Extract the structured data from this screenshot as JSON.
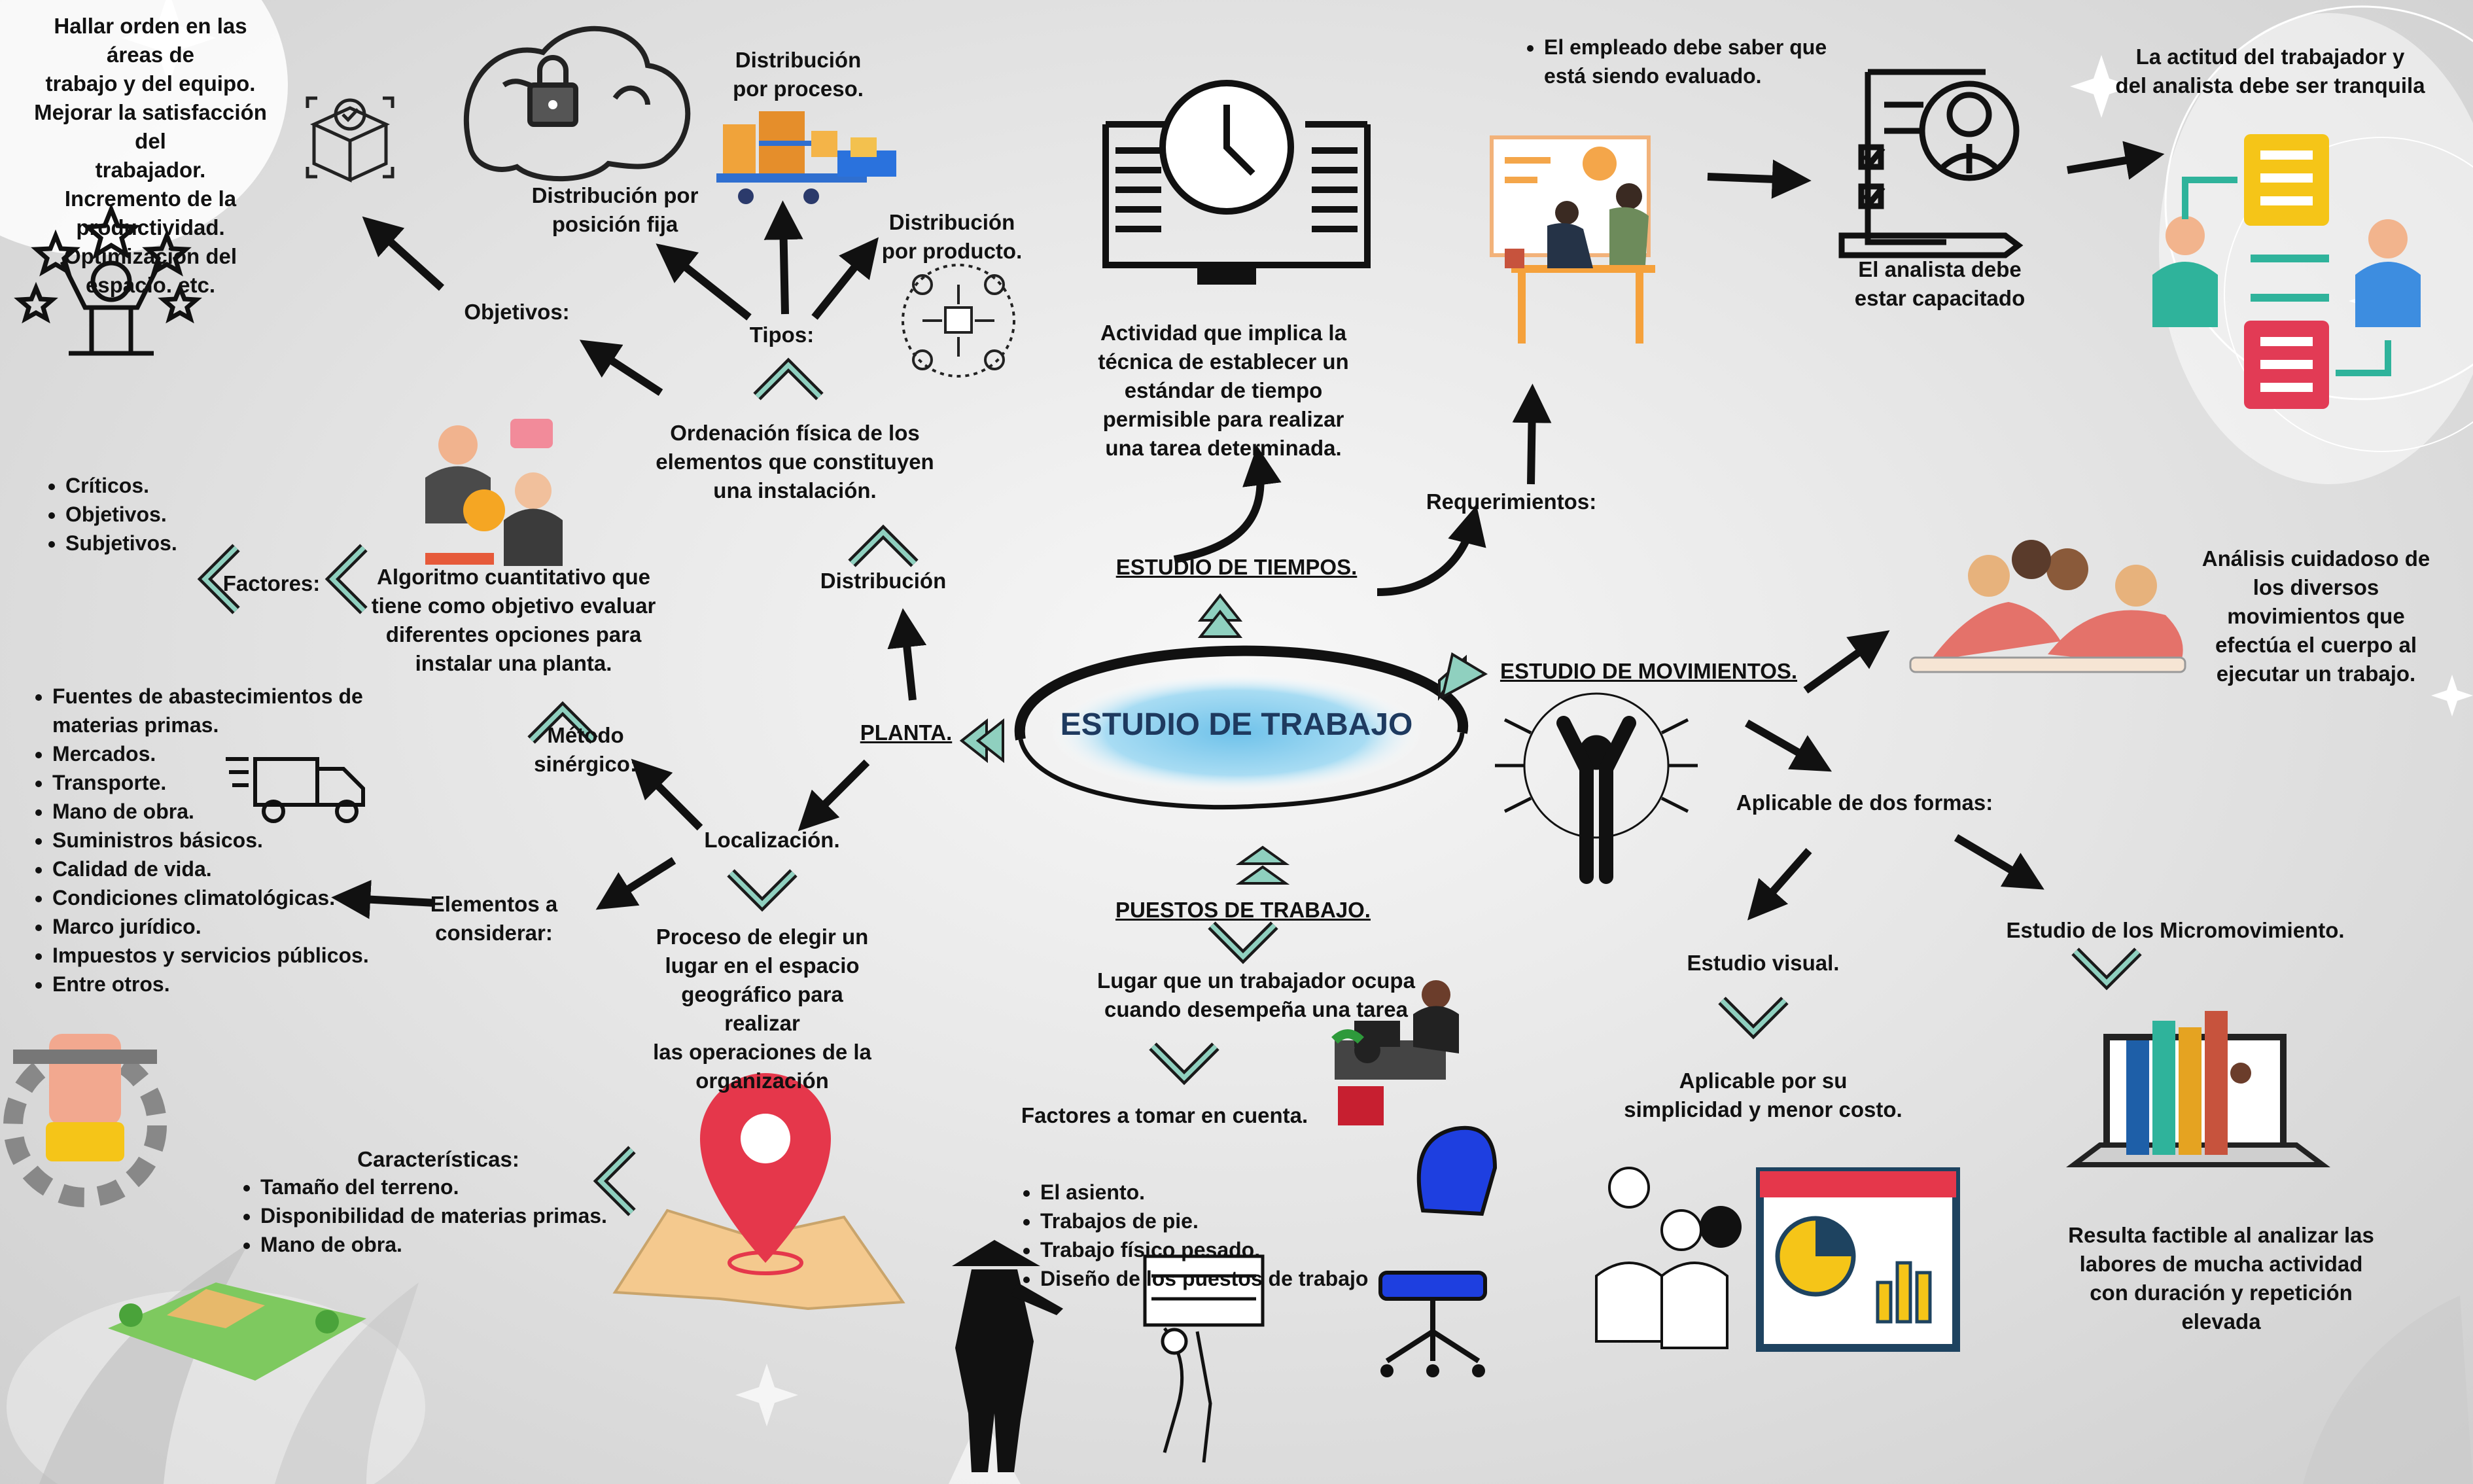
{
  "center": {
    "title": "ESTUDIO DE TRABAJO"
  },
  "planta": {
    "label": "PLANTA.",
    "objetivos_text": "Hallar orden en las áreas de\ntrabajo y del equipo.\nMejorar la satisfacción del\ntrabajador.\nIncremento de la\nproductividad.\nOptimización del espacio. etc.",
    "objetivos_label": "Objetivos:",
    "tipos_label": "Tipos:",
    "tipos": [
      "Distribución\npor proceso.",
      "Distribución por\nposición fija",
      "Distribución\npor producto."
    ],
    "distribucion_def": "Ordenación física de los\nelementos que constituyen\nuna instalación.",
    "distribucion_label": "Distribución",
    "factores_label": "Factores:",
    "factores": [
      "Críticos.",
      "Objetivos.",
      "Subjetivos."
    ],
    "metodo_def": "Algoritmo cuantitativo que\ntiene como objetivo evaluar\ndiferentes opciones para\ninstalar una planta.",
    "metodo_label": "Método\nsinérgico:",
    "localizacion_label": "Localización.",
    "localizacion_def": "Proceso de elegir un\nlugar en el espacio\ngeográfico para realizar\nlas operaciones de la\norganización",
    "elementos_label": "Elementos a\nconsiderar:",
    "elementos": [
      "Fuentes de abastecimientos de materias primas.",
      "Mercados.",
      "Transporte.",
      "Mano de obra.",
      "Suministros básicos.",
      "Calidad de vida.",
      "Condiciones climatológicas.",
      "Marco jurídico.",
      "Impuestos y servicios públicos.",
      "Entre otros."
    ],
    "caracteristicas_label": "Características:",
    "caracteristicas": [
      "Tamaño del terreno.",
      "Disponibilidad de materias primas.",
      "Mano de obra."
    ]
  },
  "tiempos": {
    "label": "ESTUDIO DE TIEMPOS.",
    "definicion": "Actividad que implica la\ntécnica de establecer un\nestándar de tiempo\npermisible para realizar\nuna tarea determinada.",
    "requerimientos_label": "Requerimientos:",
    "requerimiento_empleado": "El empleado debe saber que está siendo evaluado.",
    "requerimiento_analista": "El analista debe\nestar capacitado",
    "actitud": "La actitud del trabajador y\ndel analista debe ser tranquila"
  },
  "puestos": {
    "label": "PUESTOS DE TRABAJO.",
    "definicion": "Lugar que un trabajador ocupa\ncuando desempeña una tarea",
    "factores_label": "Factores a tomar en cuenta.",
    "factores": [
      "El asiento.",
      "Trabajos de pie.",
      "Trabajo físico pesado.",
      "Diseño de los puestos de trabajo"
    ]
  },
  "movimientos": {
    "label": "ESTUDIO DE MOVIMIENTOS.",
    "definicion": "Análisis cuidadoso de\nlos diversos\nmovimientos que\nefectúa el cuerpo al\nejecutar un trabajo.",
    "aplicable_label": "Aplicable de dos formas:",
    "visual_label": "Estudio visual.",
    "visual_def": "Aplicable por su\nsimplicidad y menor costo.",
    "micro_label": "Estudio de los Micromovimiento.",
    "micro_def": "Resulta factible al analizar las\nlabores de mucha actividad\ncon duración y repetición\nelevada"
  },
  "colors": {
    "accent": "#8fd0bf",
    "title": "#1e3a5f",
    "glow": "#6fc2ea",
    "pin": "#e5374b"
  }
}
